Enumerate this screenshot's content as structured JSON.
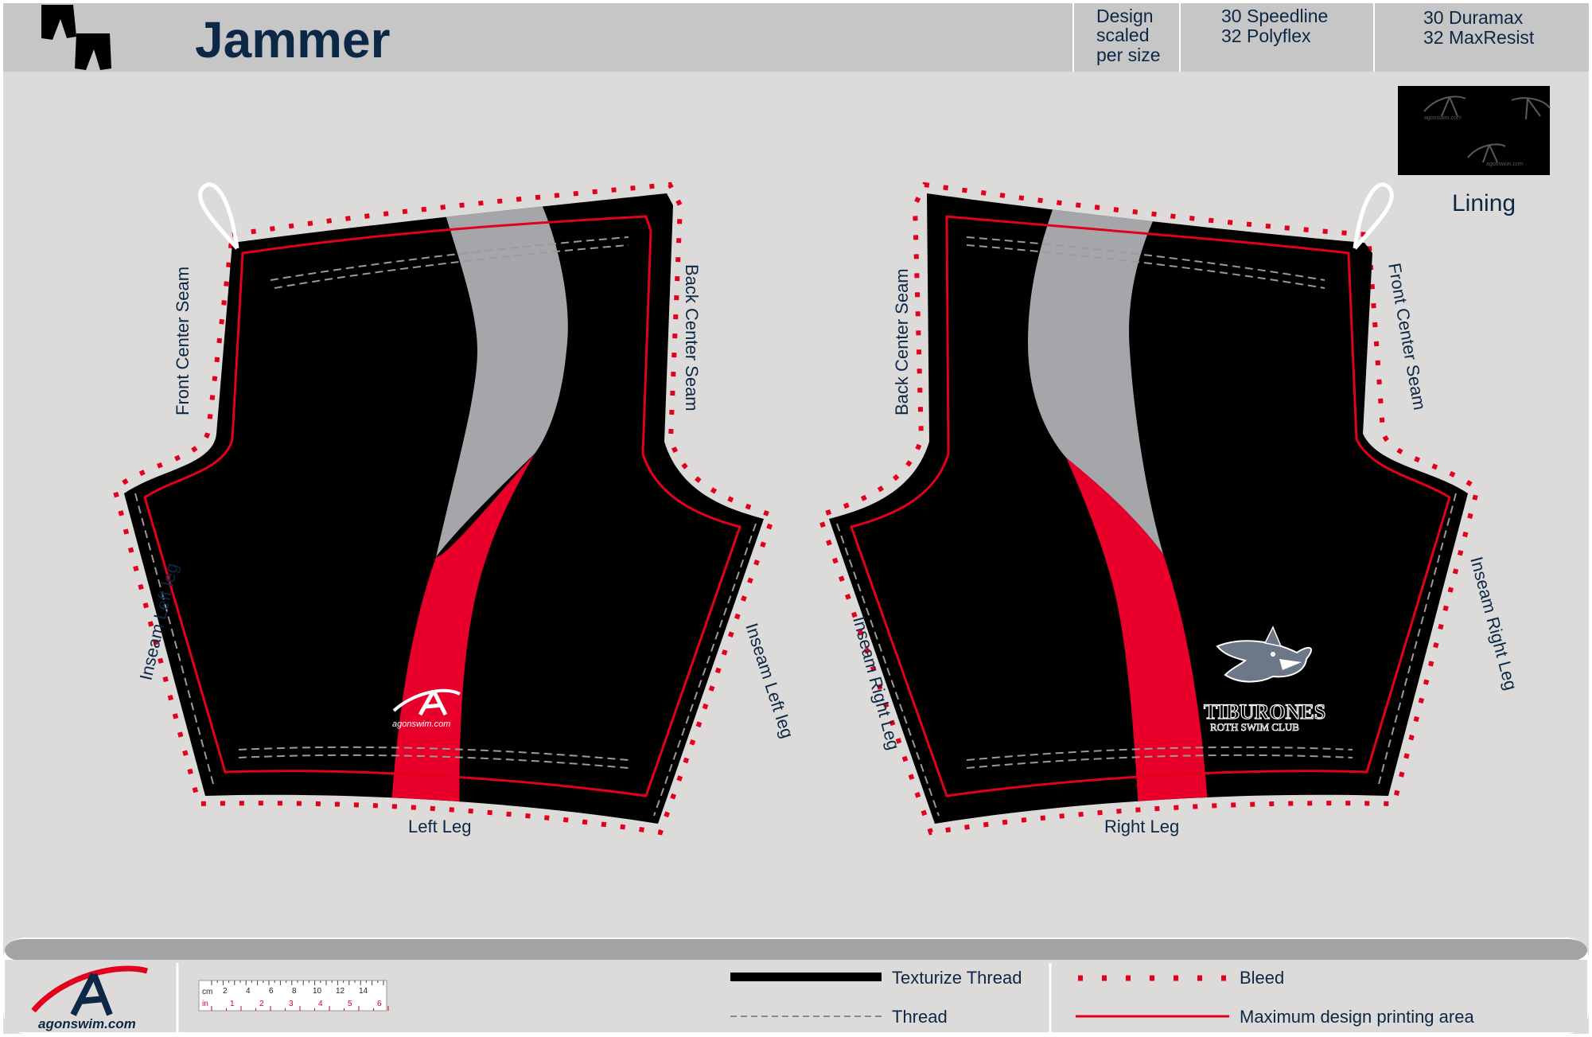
{
  "header": {
    "title": "Jammer",
    "design_note_lines": [
      "Design",
      "scaled",
      "per size"
    ],
    "fabric_group_1": [
      "30 Speedline",
      "32 Polyflex"
    ],
    "fabric_group_2": [
      "30 Duramax",
      "32 MaxResist"
    ]
  },
  "lining": {
    "label": "Lining",
    "logo_text": "agonswim.com"
  },
  "left_panel": {
    "name": "Left Leg",
    "seam_front": "Front Center Seam",
    "seam_back": "Back Center Seam",
    "inseam_outer": "Inseam Left leg",
    "inseam_inner": "Inseam Left leg",
    "logo_text": "agonswim.com"
  },
  "right_panel": {
    "name": "Right Leg",
    "seam_back": "Back Center Seam",
    "seam_front": "Front Center Seam",
    "inseam_inner": "Inseam Right Leg",
    "inseam_outer": "Inseam Right Leg",
    "club_logo_line1": "TIBURONES",
    "club_logo_line2": "ROTH SWIM CLUB"
  },
  "footer": {
    "brand": "agonswim.com",
    "ruler_cm_unit": "cm",
    "ruler_in_unit": "in",
    "ruler_cm_ticks": [
      "2",
      "4",
      "6",
      "8",
      "10",
      "12",
      "14"
    ],
    "ruler_in_ticks": [
      "1",
      "2",
      "3",
      "4",
      "5",
      "6"
    ],
    "legend": {
      "texturize_thread": "Texturize Thread",
      "thread": "Thread",
      "bleed": "Bleed",
      "max_print_area": "Maximum design printing area"
    }
  },
  "colors": {
    "body_black": "#000000",
    "accent_red": "#e8002a",
    "accent_gray": "#a4a6a9",
    "bleed_red": "#e3001b",
    "background": "#dcdbda",
    "header_gray": "#c6c6c6",
    "text_navy": "#0d2746"
  }
}
